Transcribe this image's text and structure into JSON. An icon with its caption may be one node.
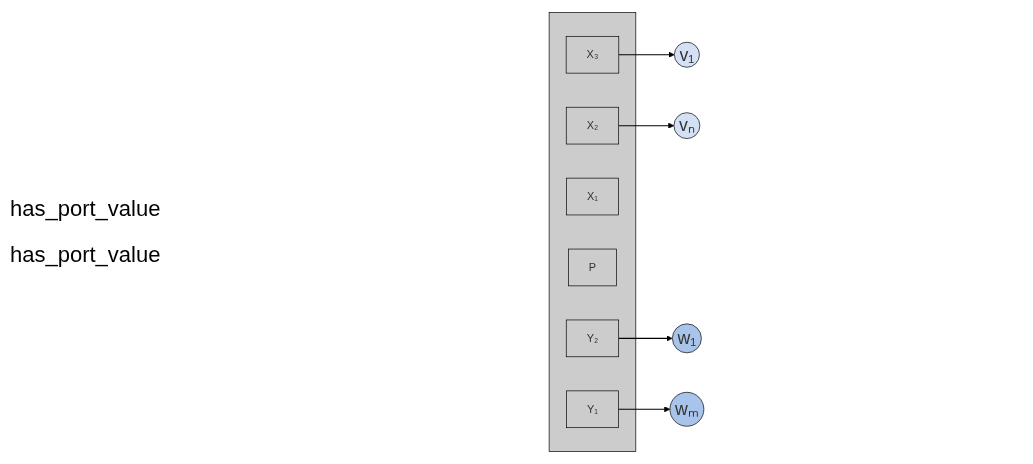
{
  "diagram": {
    "nodes": [
      {
        "text": [
          "v₁"
        ]
      },
      {
        "text": [
          "vₙ"
        ]
      },
      {
        "text": [],
        "shape": "box"
      },
      {
        "text": [
          "X₃"
        ],
        "in": 2
      },
      {
        "text": [
          "X₂"
        ],
        "in": 2
      },
      {
        "text": [
          "X₁"
        ],
        "in": 2
      },
      {
        "text": [
          "P"
        ],
        "in": 2
      },
      {
        "text": [
          "Y₂"
        ],
        "in": 2
      },
      {
        "text": [
          "Y₁"
        ],
        "in": 2
      },
      {
        "text": [
          "w₁"
        ]
      },
      {
        "text": [
          "wₘ"
        ]
      }
    ],
    "edges": [
      {
        "from": 3,
        "to": 0,
        "arrow": "to"
      },
      {
        "from": 4,
        "to": 1,
        "arrow": "to"
      },
      {
        "from": 7,
        "to": 9,
        "arrow": "to"
      },
      {
        "from": 8,
        "to": 10,
        "arrow": "to"
      }
    ],
    "labels": [
      "has_port_value",
      "has_port_value"
    ]
  }
}
